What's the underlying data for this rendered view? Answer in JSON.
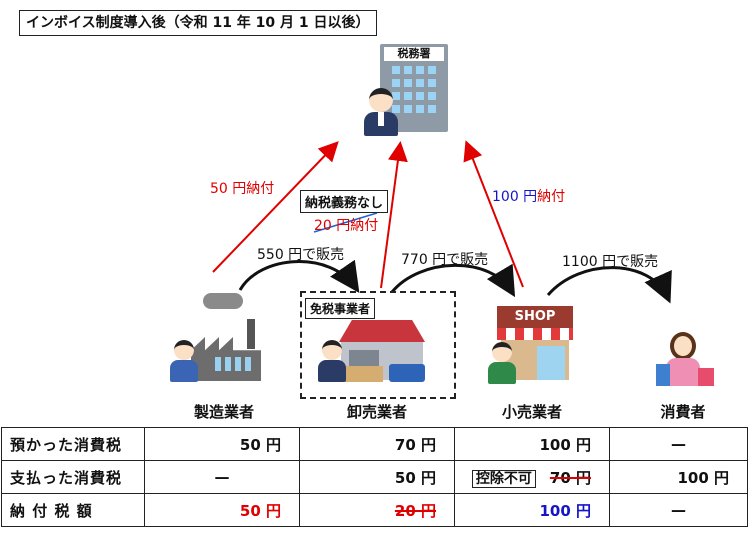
{
  "title": "インボイス制度導入後（令和 11 年 10 月 1 日以後）",
  "tax_office": {
    "sign": "税務署"
  },
  "flows": {
    "manufacturer_pays": "50 円納付",
    "wholesaler_exempt_box": "納税義務なし",
    "wholesaler_pays_struck": "20 円納付",
    "retailer_pays_amount": "100 円",
    "retailer_pays_suffix": "納付"
  },
  "sales": {
    "m_to_w": "550 円で販売",
    "w_to_r": "770 円で販売",
    "r_to_c": "1100 円で販売"
  },
  "exempt_label": "免税事業者",
  "shop_sign": "SHOP",
  "actors": [
    "製造業者",
    "卸売業者",
    "小売業者",
    "消費者"
  ],
  "table": {
    "rows": [
      {
        "label": "預かった消費税",
        "cells": [
          "50 円",
          "70 円",
          "100 円",
          "—"
        ]
      },
      {
        "label": "支払った消費税",
        "cells": [
          "—",
          "50 円",
          "70 円",
          "100 円"
        ],
        "tag": "控除不可"
      },
      {
        "label": "納 付 税 額",
        "cells": [
          "50 円",
          "20 円",
          "100 円",
          "—"
        ]
      }
    ]
  },
  "colors": {
    "red": "#e00000",
    "blue": "#1515c8"
  }
}
